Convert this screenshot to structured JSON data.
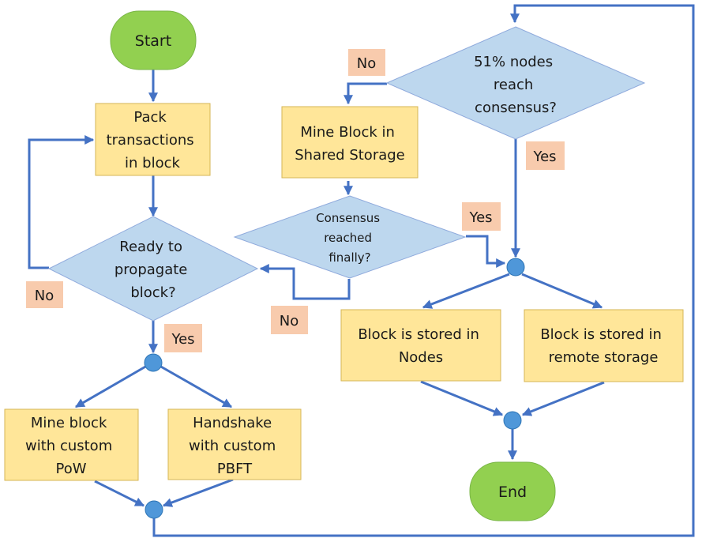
{
  "nodes": {
    "start": "Start",
    "pack": [
      "Pack",
      "transactions",
      "in block"
    ],
    "ready": [
      "Ready to",
      "propagate",
      "block?"
    ],
    "mine_pow": [
      "Mine block",
      "with custom",
      "PoW"
    ],
    "handshake": [
      "Handshake",
      "with custom",
      "PBFT"
    ],
    "consensus51": [
      "51% nodes",
      "reach",
      "consensus?"
    ],
    "mine_shared": [
      "Mine Block in",
      "Shared Storage"
    ],
    "consensus_final": [
      "Consensus",
      "reached",
      "finally?"
    ],
    "stored_nodes": [
      "Block is stored in",
      "Nodes"
    ],
    "stored_remote": [
      "Block is stored in",
      "remote storage"
    ],
    "end": "End"
  },
  "labels": {
    "no_ready": "No",
    "yes_ready": "Yes",
    "no_51": "No",
    "yes_51": "Yes",
    "yes_final": "Yes",
    "no_final": "No"
  },
  "colors": {
    "process": "#FFE699",
    "decision": "#BDD7EE",
    "terminal": "#92D050",
    "edge_label": "#F8CBAD",
    "connector": "#4472C4"
  }
}
